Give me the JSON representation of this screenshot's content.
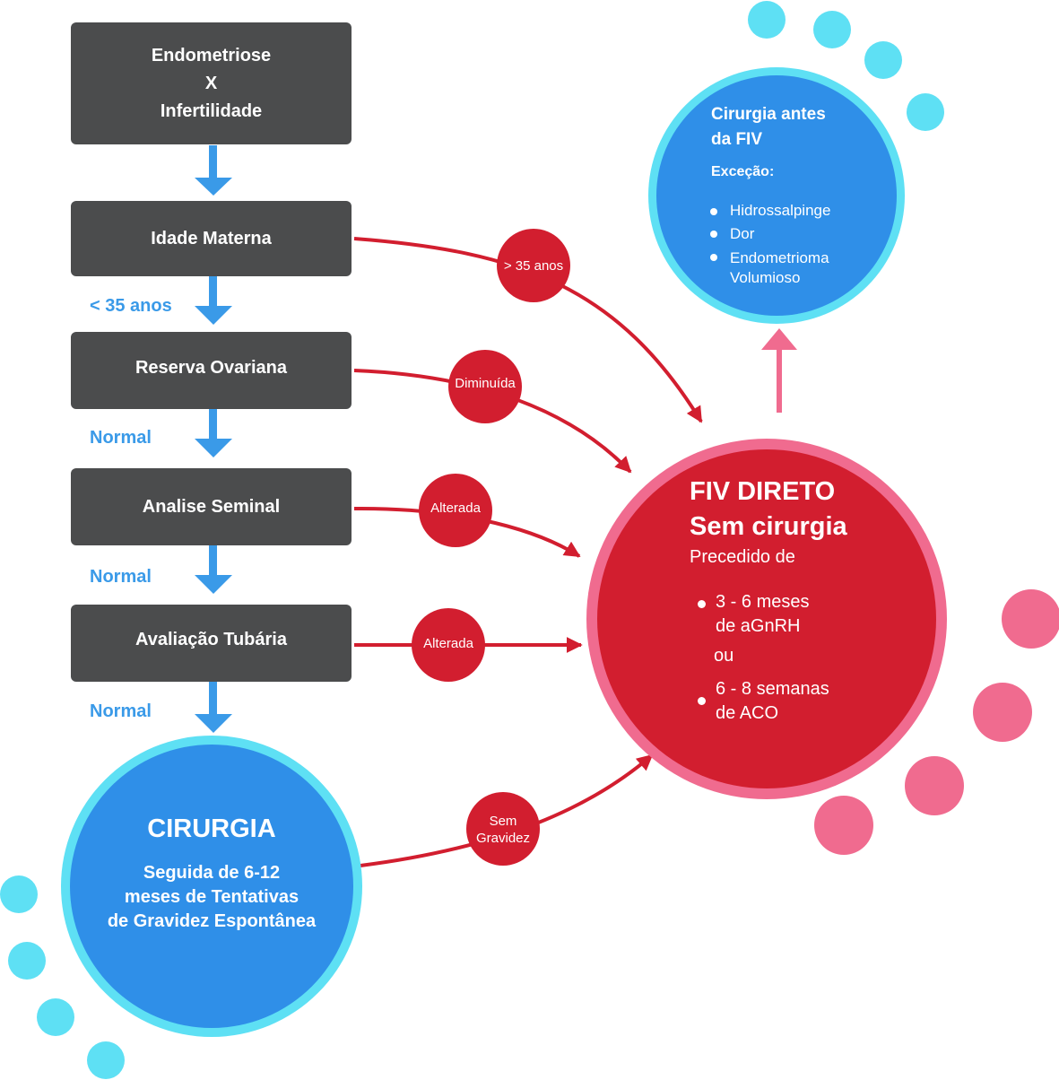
{
  "flow": {
    "start": {
      "line1": "Endometriose",
      "line2": "X",
      "line3": "Infertilidade"
    },
    "age": "Idade Materna",
    "ovarian": "Reserva Ovariana",
    "semen": "Analise Seminal",
    "tubal": "Avaliação Tubária",
    "branch_age": "< 35 anos",
    "branch_ovarian": "Normal",
    "branch_semen": "Normal",
    "branch_tubal": "Normal"
  },
  "decisions": {
    "age": "> 35 anos",
    "ovarian": "Diminuída",
    "semen": "Alterada",
    "tubal": "Alterada",
    "surgery_line1": "Sem",
    "surgery_line2": "Gravidez"
  },
  "surgery": {
    "title": "CIRURGIA",
    "line1": "Seguida de 6-12",
    "line2": "meses de Tentativas",
    "line3": "de Gravidez Espontânea"
  },
  "fiv": {
    "title1": "FIV DIRETO",
    "title2": "Sem cirurgia",
    "subtitle": "Precedido de",
    "option1_line1": "3 - 6 meses",
    "option1_line2": "de aGnRH",
    "or": "ou",
    "option2_line1": "6 - 8 semanas",
    "option2_line2": "de ACO"
  },
  "exception": {
    "title1": "Cirurgia antes",
    "title2": "da FIV",
    "label": "Exceção:",
    "item1": "Hidrossalpinge",
    "item2": "Dor",
    "item3_line1": "Endometrioma",
    "item3_line2": "Volumioso"
  },
  "colors": {
    "box": "#4b4c4d",
    "flow_arrow": "#3a9ae8",
    "decision_red": "#d21e2f",
    "fiv_ring": "#f06b8f",
    "blue_circle": "#2f8fe8",
    "blue_ring": "#5ee0f4",
    "pink_dot": "#f06b8f",
    "cyan_dot": "#5ee0f4"
  }
}
